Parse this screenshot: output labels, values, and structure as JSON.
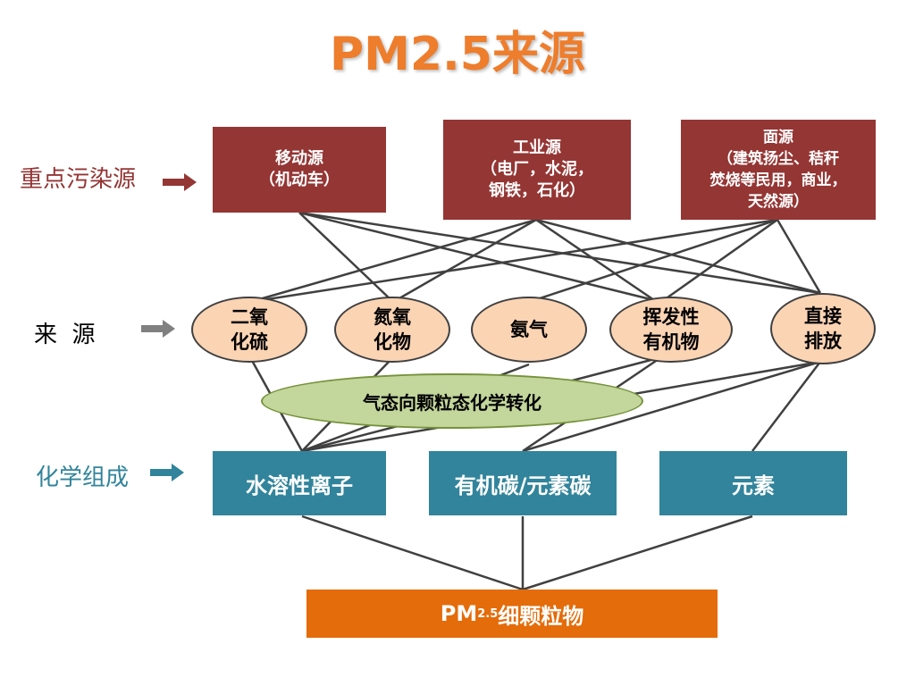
{
  "title": "PM2.5来源",
  "row_labels": {
    "key_sources": "重点污染源",
    "sources": "来  源",
    "chemical": "化学组成"
  },
  "pollution_sources": [
    {
      "lines": [
        "移动源",
        "（机动车）"
      ]
    },
    {
      "lines": [
        "工业源",
        "（电厂，水泥，",
        "钢铁，石化）"
      ]
    },
    {
      "lines": [
        "面源",
        "（建筑扬尘、秸秆",
        "焚烧等民用，商业，",
        "天然源）"
      ]
    }
  ],
  "emission_sources": [
    {
      "lines": [
        "二氧",
        "化硫"
      ]
    },
    {
      "lines": [
        "氮氧",
        "化物"
      ]
    },
    {
      "lines": [
        "氨气"
      ]
    },
    {
      "lines": [
        "挥发性",
        "有机物"
      ]
    },
    {
      "lines": [
        "直接",
        "排放"
      ]
    }
  ],
  "conversion": "气态向颗粒态化学转化",
  "components": [
    "水溶性离子",
    "有机碳/元素碳",
    "元素"
  ],
  "output": {
    "main": "PM",
    "sub": "2.5",
    "suffix": "细颗粒物"
  },
  "colors": {
    "title": "#ee7d2c",
    "key_sources_label": "#943634",
    "sources_label": "#000000",
    "chemical_label": "#31849b",
    "source_box": "#943634",
    "source_ellipse": "#fbd4b4",
    "conversion_ellipse": "#c3d69b",
    "component_box": "#31849b",
    "output_box": "#e46c0a",
    "sources_arrow": "#808080"
  }
}
